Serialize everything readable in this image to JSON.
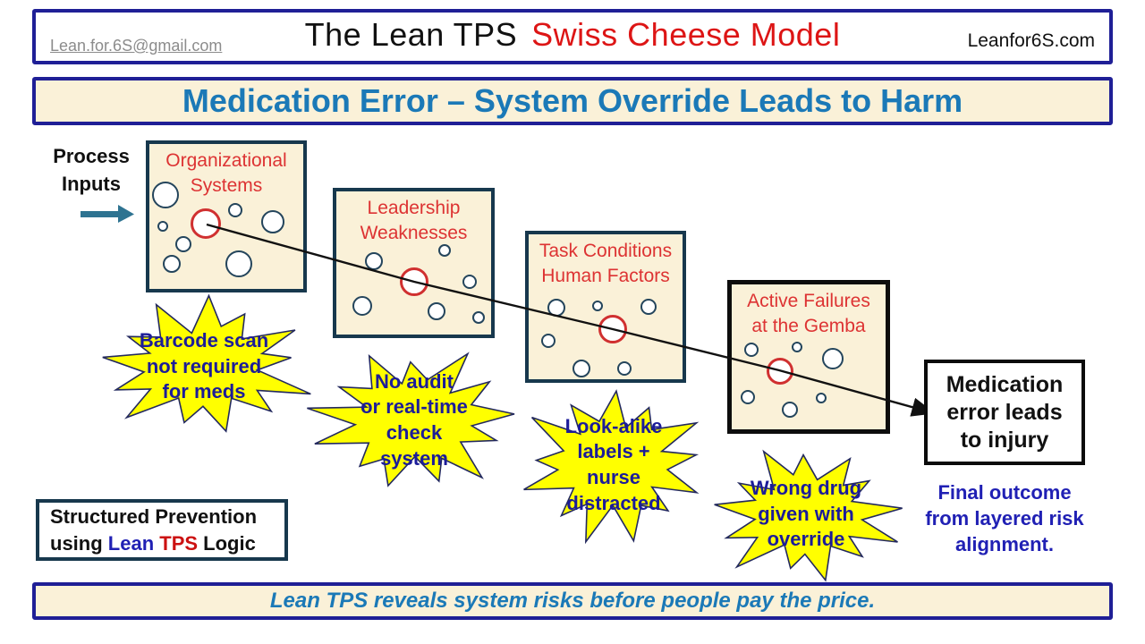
{
  "header": {
    "email": "Lean.for.6S@gmail.com",
    "title_black": "The Lean TPS",
    "title_red": "Swiss Cheese Model",
    "site": "Leanfor6S.com"
  },
  "banner": {
    "title": "Medication Error – System Override Leads to Harm"
  },
  "process_inputs": {
    "label": "Process\nInputs"
  },
  "slices": [
    {
      "label": "Organizational\nSystems"
    },
    {
      "label": "Leadership\nWeaknesses"
    },
    {
      "label": "Task Conditions\nHuman Factors"
    },
    {
      "label": "Active Failures\nat the Gemba"
    }
  ],
  "bursts": [
    {
      "text": "Barcode scan\nnot required\nfor meds"
    },
    {
      "text": "No audit\nor real-time\ncheck\nsystem"
    },
    {
      "text": "Look-alike\nlabels +\nnurse\ndistracted"
    },
    {
      "text": "Wrong drug\ngiven with\noverride"
    }
  ],
  "outcome_box": {
    "text": "Medication\nerror leads\nto injury"
  },
  "outcome_caption": "Final outcome\nfrom layered risk\nalignment.",
  "prevention_box": {
    "line1": "Structured Prevention",
    "using": "using ",
    "lean": "Lean",
    "tps": " TPS",
    "logic": " Logic"
  },
  "footer": {
    "text": "Lean TPS reveals system risks before people pay the price."
  },
  "colors": {
    "navy": "#1f1f96",
    "blue": "#1b79b7",
    "cream": "#faf1d8",
    "slice_border": "#17384d",
    "red_label": "#dd3333",
    "burst_yellow": "#ffff00",
    "burst_text": "#1c1c99",
    "royal": "#2020b4",
    "tps_red": "#cc1111",
    "arrow_teal": "#2e7391",
    "line_black": "#111111"
  }
}
